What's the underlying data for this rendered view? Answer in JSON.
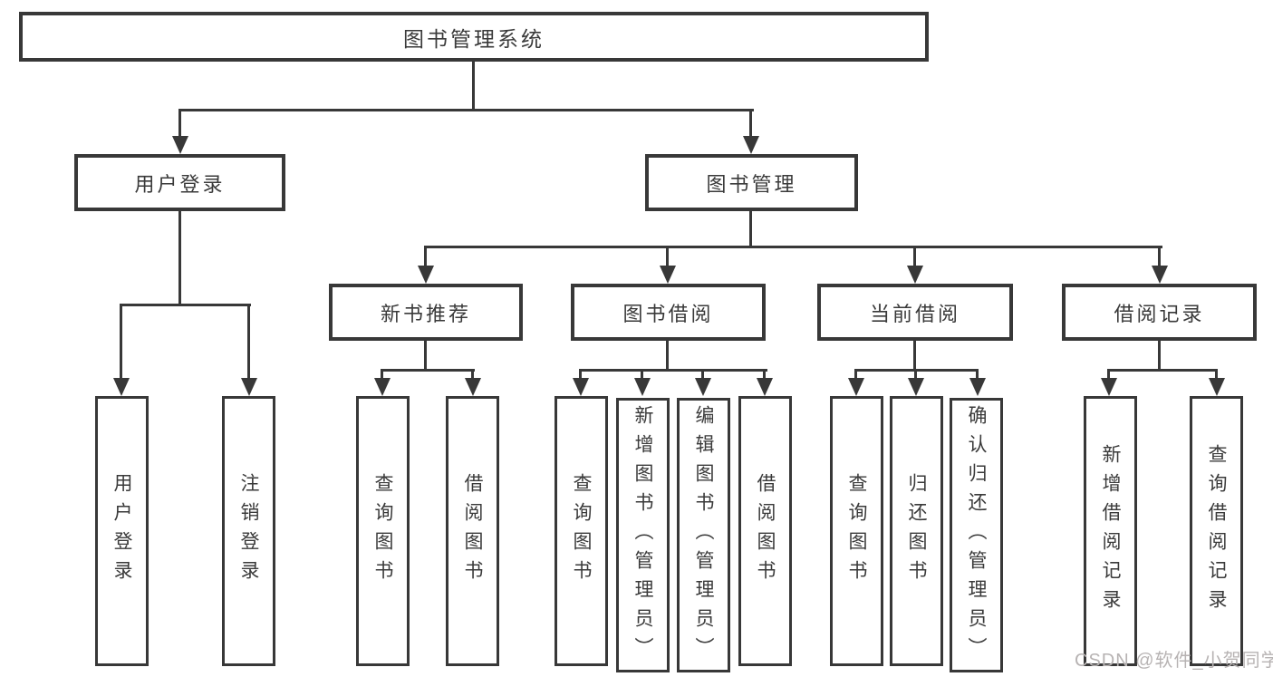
{
  "tree": {
    "label": "图书管理系统",
    "children": [
      {
        "label": "用户登录",
        "children": [
          {
            "label": "用户登录"
          },
          {
            "label": "注销登录"
          }
        ]
      },
      {
        "label": "图书管理",
        "children": [
          {
            "label": "新书推荐",
            "children": [
              {
                "label": "查询图书"
              },
              {
                "label": "借阅图书"
              }
            ]
          },
          {
            "label": "图书借阅",
            "children": [
              {
                "label": "查询图书"
              },
              {
                "label": "新增图书（管理员）"
              },
              {
                "label": "编辑图书（管理员）"
              },
              {
                "label": "借阅图书"
              }
            ]
          },
          {
            "label": "当前借阅",
            "children": [
              {
                "label": "查询图书"
              },
              {
                "label": "归还图书"
              },
              {
                "label": "确认归还（管理员）"
              }
            ]
          },
          {
            "label": "借阅记录",
            "children": [
              {
                "label": "新增借阅记录"
              },
              {
                "label": "查询借阅记录"
              }
            ]
          }
        ]
      }
    ]
  },
  "watermark": {
    "text": "CSDN @软件_小贺同学"
  },
  "colors": {
    "line": "#383838",
    "text": "#3a3a3a",
    "watermark": "#b7b3b3",
    "background": "#ffffff"
  }
}
